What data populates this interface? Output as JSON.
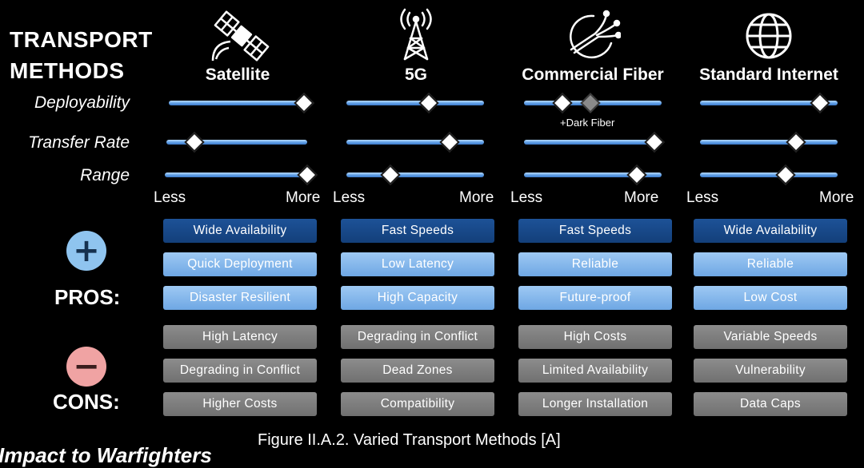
{
  "title": "TRANSPORT\nMETHODS",
  "row_labels": [
    "Deployability",
    "Transfer Rate",
    "Range"
  ],
  "scale": {
    "less": "Less",
    "more": "More"
  },
  "pros_label": "PROS:",
  "cons_label": "CONS:",
  "plus_symbol": "+",
  "minus_symbol": "−",
  "dark_fiber_note": "+Dark Fiber",
  "caption": "Figure II.A.2. Varied Transport Methods [A]",
  "bottom_text": "Impact to Warfighters",
  "colors": {
    "track": "#5f9fe6",
    "pro_primary": "#133f7a",
    "pro_secondary": "#6ea7e4",
    "con": "#707070"
  },
  "columns": [
    {
      "name": "Satellite",
      "icon": "satellite-icon",
      "levels": {
        "deployability": 0.96,
        "transfer_rate": 0.2,
        "range": 0.98
      },
      "pros": [
        "Wide Availability",
        "Quick Deployment",
        "Disaster Resilient"
      ],
      "cons": [
        "High Latency",
        "Degrading in Conflict",
        "Higher Costs"
      ]
    },
    {
      "name": "5G",
      "icon": "cell-tower-icon",
      "levels": {
        "deployability": 0.6,
        "transfer_rate": 0.75,
        "range": 0.32
      },
      "pros": [
        "Fast Speeds",
        "Low Latency",
        "High Capacity"
      ],
      "cons": [
        "Degrading in Conflict",
        "Dead Zones",
        "Compatibility"
      ]
    },
    {
      "name": "Commercial Fiber",
      "icon": "fiber-optic-icon",
      "levels": {
        "deployability": 0.28,
        "dark_fiber_deployability": 0.48,
        "transfer_rate": 0.95,
        "range": 0.82
      },
      "pros": [
        "Fast Speeds",
        "Reliable",
        "Future-proof"
      ],
      "cons": [
        "High Costs",
        "Limited Availability",
        "Longer Installation"
      ]
    },
    {
      "name": "Standard Internet",
      "icon": "globe-icon",
      "levels": {
        "deployability": 0.87,
        "transfer_rate": 0.7,
        "range": 0.62
      },
      "pros": [
        "Wide Availability",
        "Reliable",
        "Low Cost"
      ],
      "cons": [
        "Variable Speeds",
        "Vulnerability",
        "Data Caps"
      ]
    }
  ]
}
